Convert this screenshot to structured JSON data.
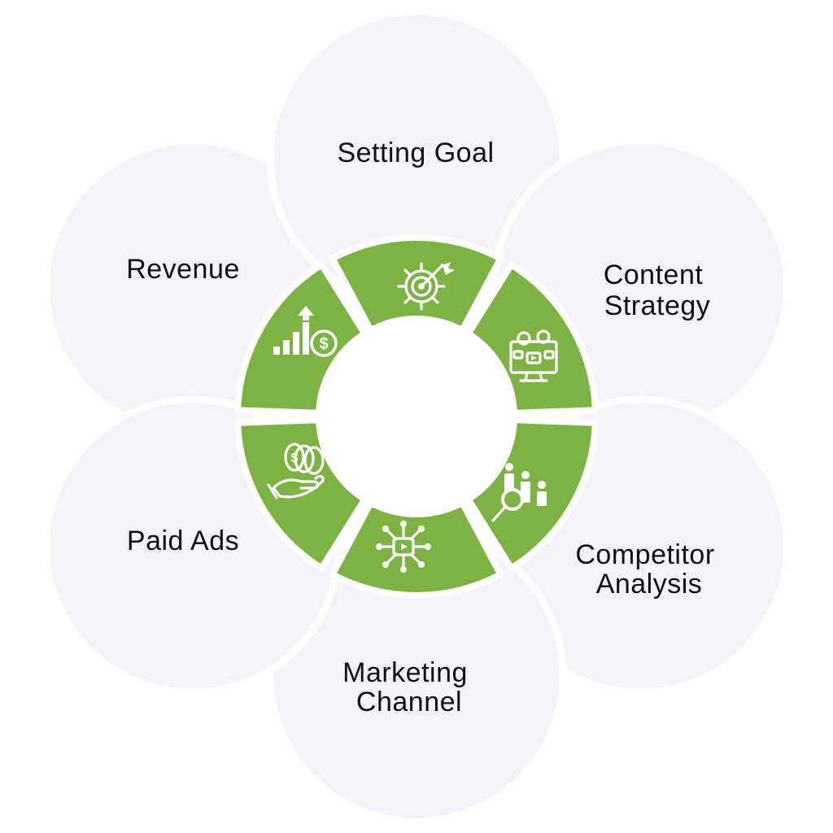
{
  "diagram": {
    "colors": {
      "background": "#ffffff",
      "petal": "#f2f4fa",
      "ring": "#7cb342",
      "text": "#111111"
    },
    "steps": [
      {
        "id": "setting-goal",
        "lines": [
          "Setting Goal"
        ],
        "icon": "target-gear-icon"
      },
      {
        "id": "content-strategy",
        "lines": [
          "Content",
          "Strategy"
        ],
        "icon": "video-monitor-icon"
      },
      {
        "id": "competitor-analysis",
        "lines": [
          "Competitor",
          "Analysis"
        ],
        "icon": "analysis-magnifier-icon"
      },
      {
        "id": "marketing-channel",
        "lines": [
          "Marketing",
          "Channel"
        ],
        "icon": "network-channel-icon"
      },
      {
        "id": "paid-ads",
        "lines": [
          "Paid Ads"
        ],
        "icon": "coins-hand-icon"
      },
      {
        "id": "revenue",
        "lines": [
          "Revenue"
        ],
        "icon": "growth-dollar-icon"
      }
    ]
  }
}
